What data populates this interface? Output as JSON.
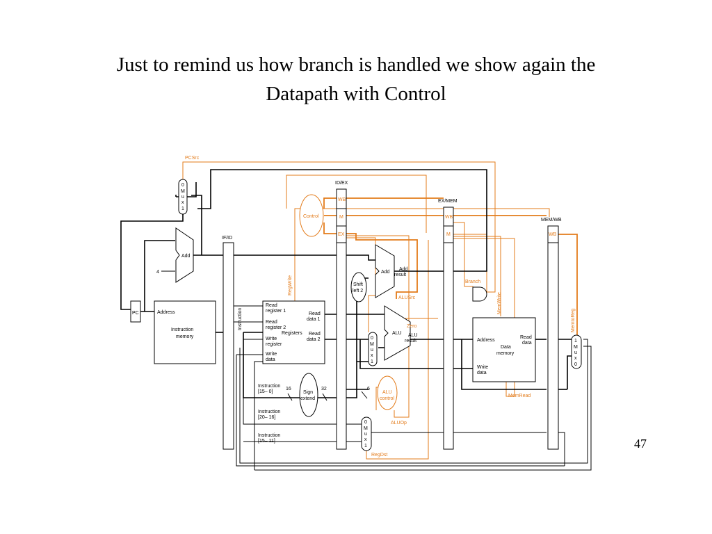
{
  "title_line1": "Just to remind us how branch is handled we show again the",
  "title_line2": "Datapath with Control",
  "page_number": "47",
  "colors": {
    "control": "#e37b1a",
    "datapath": "#000000"
  },
  "pipeline_registers": {
    "if_id": "IF/ID",
    "id_ex": "ID/EX",
    "ex_mem": "EX/MEM",
    "mem_wb": "MEM/WB"
  },
  "pipe_fields": {
    "wb": "WB",
    "m": "M",
    "ex": "EX"
  },
  "units": {
    "pc": "PC",
    "add": "Add",
    "const_four": "4",
    "instr_mem_address": "Address",
    "instr_mem_line1": "Instruction",
    "instr_mem_line2": "memory",
    "instruction_bus": "Instruction",
    "control": "Control",
    "reg_read1_a": "Read",
    "reg_read1_b": "register 1",
    "reg_read2_a": "Read",
    "reg_read2_b": "register 2",
    "reg_write_a": "Write",
    "reg_write_b": "register",
    "reg_wdata_a": "Write",
    "reg_wdata_b": "data",
    "reg_rdata1_a": "Read",
    "reg_rdata1_b": "data 1",
    "reg_rdata2_a": "Read",
    "reg_rdata2_b": "data 2",
    "registers": "Registers",
    "shift_a": "Shift",
    "shift_b": "left 2",
    "add2": "Add",
    "add_result_a": "Add",
    "add_result_b": "result",
    "alu": "ALU",
    "alu_result_a": "ALU",
    "alu_result_b": "result",
    "zero": "Zero",
    "alu_control_a": "ALU",
    "alu_control_b": "control",
    "sign_a": "Sign",
    "sign_b": "extend",
    "bits16": "16",
    "bits32": "32",
    "bits6": "6",
    "instr_15_0_a": "Instruction",
    "instr_15_0_b": "[15– 0]",
    "instr_20_16_a": "Instruction",
    "instr_20_16_b": "[20– 16]",
    "instr_15_11_a": "Instruction",
    "instr_15_11_b": "[15– 11]",
    "dmem_address": "Address",
    "dmem_read_a": "Read",
    "dmem_read_b": "data",
    "dmem_a": "Data",
    "dmem_b": "memory",
    "dmem_write_a": "Write",
    "dmem_write_b": "data"
  },
  "mux_labels": {
    "pc_mux": [
      "0",
      "M",
      "u",
      "x",
      "1"
    ],
    "alu_mux": [
      "0",
      "M",
      "u",
      "x",
      "1"
    ],
    "regdst_mux": [
      "0",
      "M",
      "u",
      "x",
      "1"
    ],
    "wb_mux": [
      "1",
      "M",
      "u",
      "x",
      "0"
    ]
  },
  "control_signals": {
    "pcsrc": "PCSrc",
    "regwrite": "RegWrite",
    "branch": "Branch",
    "memwrite": "MemWrite",
    "memtoreg": "MemtoReg",
    "alusrc": "ALUSrc",
    "aluop": "ALUOp",
    "regdst": "RegDst",
    "memread": "MemRead"
  }
}
